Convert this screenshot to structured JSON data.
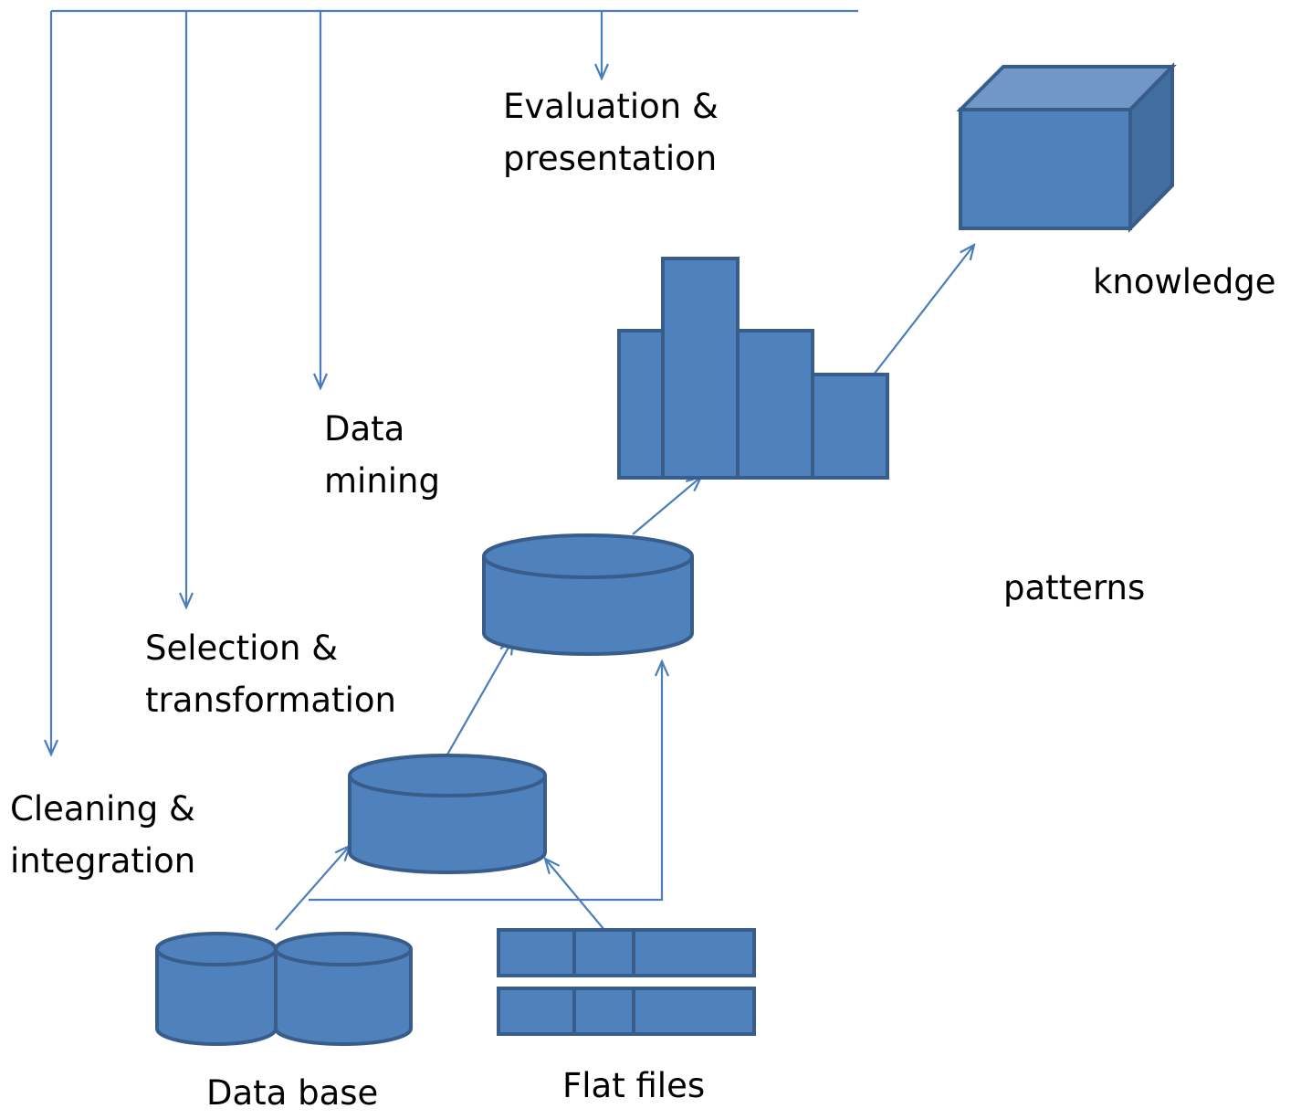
{
  "labels": {
    "evaluation": [
      "Evaluation &",
      "presentation"
    ],
    "data_mining": [
      "Data",
      "mining"
    ],
    "selection": [
      "Selection &",
      "transformation"
    ],
    "cleaning": [
      "Cleaning &",
      "integration"
    ],
    "knowledge": "knowledge",
    "patterns": "patterns",
    "data_base": "Data base",
    "flat_files": "Flat files"
  },
  "colors": {
    "shape_fill": "#4f81bd",
    "shape_stroke": "#385d8a",
    "arrow": "#4a7ebb",
    "cube_top": "#7197c9",
    "cube_side": "#416d9f"
  },
  "icons": [
    "knowledge-cube-icon",
    "patterns-histogram-icon",
    "database-cylinder-icon",
    "flat-file-icon"
  ]
}
